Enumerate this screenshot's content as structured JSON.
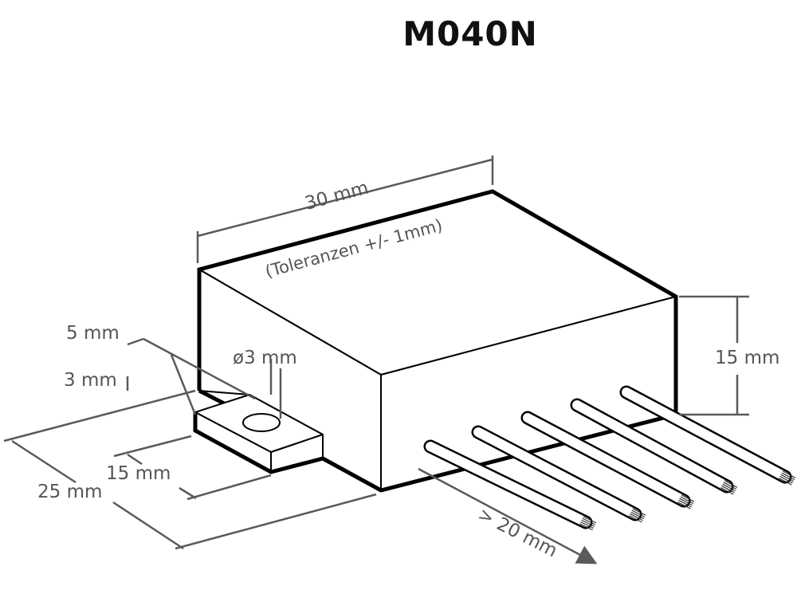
{
  "title": "M040N",
  "dimensions": {
    "length": "30 mm",
    "tolerance": "(Toleranzen +/- 1mm)",
    "height": "15 mm",
    "hole_diameter": "ø3 mm",
    "tab_offset": "5 mm",
    "tab_thickness": "3 mm",
    "tab_length": "15 mm",
    "width": "25 mm",
    "wire_length": "> 20 mm"
  },
  "colors": {
    "outline": "#000000",
    "dimension": "#5a5a5a"
  }
}
